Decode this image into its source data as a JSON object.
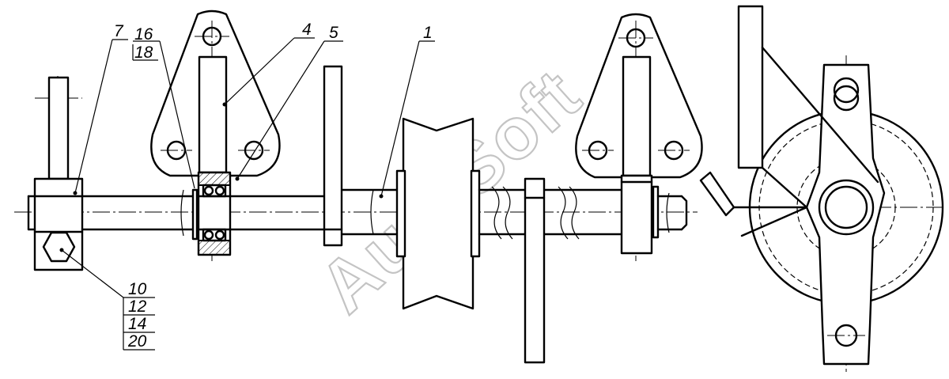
{
  "drawing": {
    "watermark": "AutoSoft",
    "callouts": {
      "c1": "1",
      "c4": "4",
      "c5": "5",
      "c7": "7",
      "c16": "16",
      "c18": "18",
      "c10": "10",
      "c12": "12",
      "c14": "14",
      "c20": "20"
    }
  }
}
